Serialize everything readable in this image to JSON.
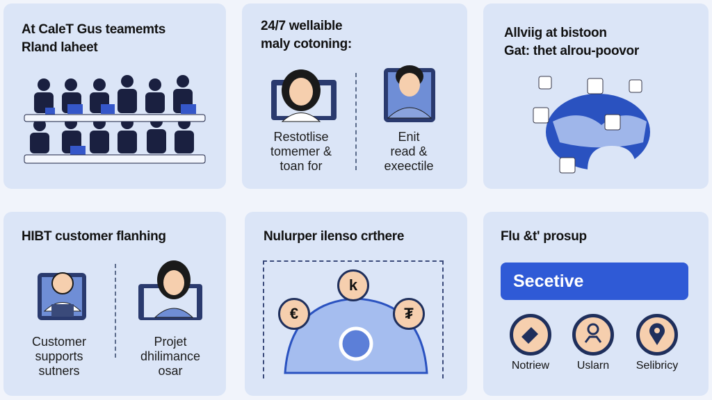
{
  "cards": [
    {
      "title_lines": [
        "At CaleT Gus teamemts",
        "Rland laheet"
      ]
    },
    {
      "title_lines": [
        "24/7 wellaible",
        "maly cotoning:"
      ],
      "captions": [
        [
          "Restotlise",
          "tomemer &",
          "toan for"
        ],
        [
          "Enit",
          "read &",
          "exeectile"
        ]
      ]
    },
    {
      "title_lines": [
        "Allviig at bistoon",
        "Gat: thet alrou-poovor"
      ]
    },
    {
      "title_lines": [
        "HIBT customer flanhing"
      ],
      "captions": [
        [
          "Customer",
          "supports",
          "sutners"
        ],
        [
          "Projet",
          "dhilimance",
          "osar"
        ]
      ]
    },
    {
      "title_lines": [
        "Nulurper ilenso crthere"
      ],
      "badges": [
        "€",
        "k",
        "₮"
      ]
    },
    {
      "title_lines": [
        "Flu &t' prosup"
      ],
      "button_label": "Secetive",
      "icons": [
        {
          "label": "Notriew",
          "icon": "tag-icon"
        },
        {
          "label": "Uslarn",
          "icon": "user-network-icon"
        },
        {
          "label": "Selibricy",
          "icon": "location-pin-icon"
        }
      ]
    }
  ],
  "colors": {
    "accent": "#2f5ad6",
    "card": "#dbe5f7",
    "navy": "#1f2f5c",
    "peach": "#f6cfae"
  }
}
